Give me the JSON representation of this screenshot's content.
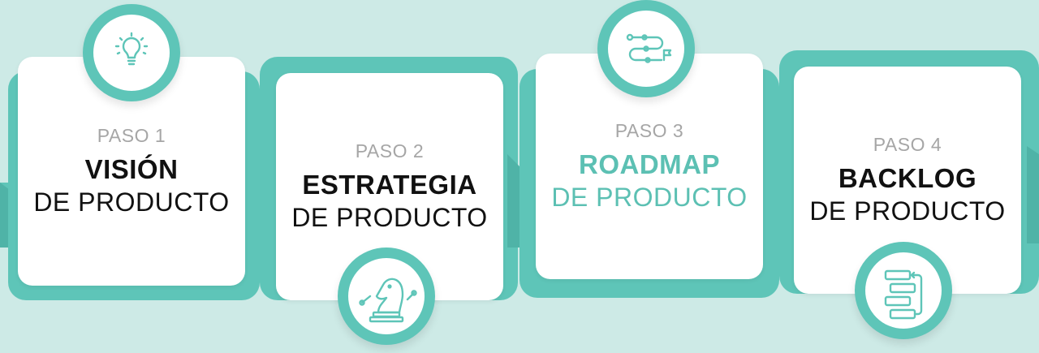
{
  "colors": {
    "background": "#cdeae6",
    "teal": "#5ec5b8",
    "teal_dark": "#4fb3a7",
    "accent_text": "#5cc0b3",
    "step_label": "#a6a6a6"
  },
  "steps": [
    {
      "label": "PASO 1",
      "title": "VISIÓN",
      "subtitle": "DE PRODUCTO",
      "icon": "lightbulb-icon"
    },
    {
      "label": "PASO 2",
      "title": "ESTRATEGIA",
      "subtitle": "DE PRODUCTO",
      "icon": "chess-knight-icon"
    },
    {
      "label": "PASO 3",
      "title": "ROADMAP",
      "subtitle": "DE PRODUCTO",
      "icon": "route-icon",
      "highlighted": true
    },
    {
      "label": "PASO 4",
      "title": "BACKLOG",
      "subtitle": "DE PRODUCTO",
      "icon": "backlog-list-icon"
    }
  ]
}
